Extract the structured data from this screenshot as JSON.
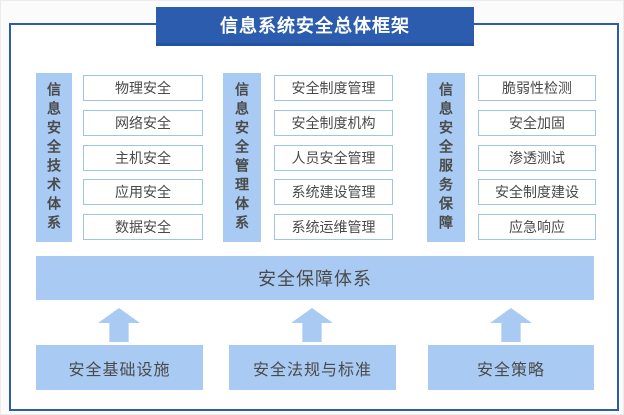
{
  "title": "信息系统安全总体框架",
  "columns": [
    {
      "label": "信息安全技术体系",
      "items": [
        "物理安全",
        "网络安全",
        "主机安全",
        "应用安全",
        "数据安全"
      ]
    },
    {
      "label": "信息安全管理体系",
      "items": [
        "安全制度管理",
        "安全制度机构",
        "人员安全管理",
        "系统建设管理",
        "系统运维管理"
      ]
    },
    {
      "label": "信息安全服务保障",
      "items": [
        "脆弱性检测",
        "安全加固",
        "渗透测试",
        "安全制度建设",
        "应急响应"
      ]
    }
  ],
  "assurance_bar": "安全保障体系",
  "foundations": [
    "安全基础设施",
    "安全法规与标准",
    "安全策略"
  ],
  "colors": {
    "primary_blue": "#2c5cad",
    "primary_blue_dark": "#2553a3",
    "light_blue": "#a9cbf3",
    "box_border": "#9cc4ee",
    "text_dark": "#4a4a4a",
    "title_text": "#ffffff"
  }
}
